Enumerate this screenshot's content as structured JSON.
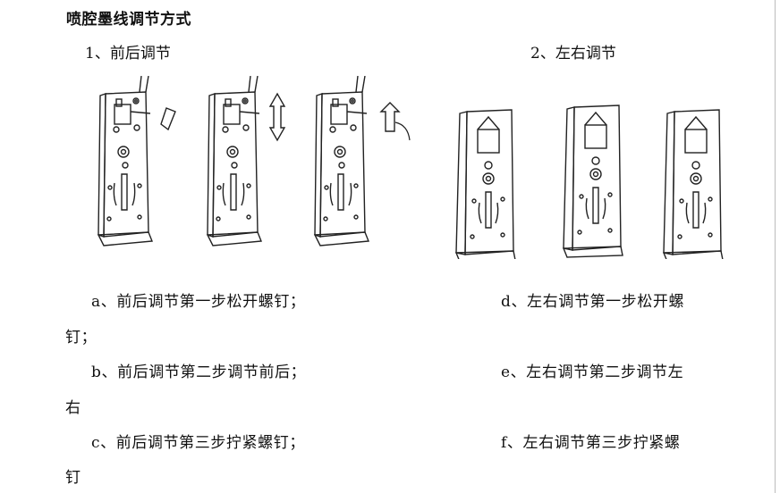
{
  "title": "喷腔墨线调节方式",
  "sections": {
    "front_back": {
      "heading": "1、前后调节",
      "steps": [
        "a、前后调节第一步松开螺钉；",
        "b、前后调节第二步调节前后；",
        "c、前后调节第三步拧紧螺钉；"
      ],
      "continuations": [
        "钉；",
        "右",
        "钉"
      ]
    },
    "left_right": {
      "heading": "2、左右调节",
      "steps": [
        "d、左右调节第一步松开螺",
        "e、左右调节第二步调节左",
        "f、左右调节第三步拧紧螺"
      ]
    }
  },
  "colors": {
    "ink": "#111111",
    "line": "#222222",
    "border": "#bdbdbd"
  }
}
